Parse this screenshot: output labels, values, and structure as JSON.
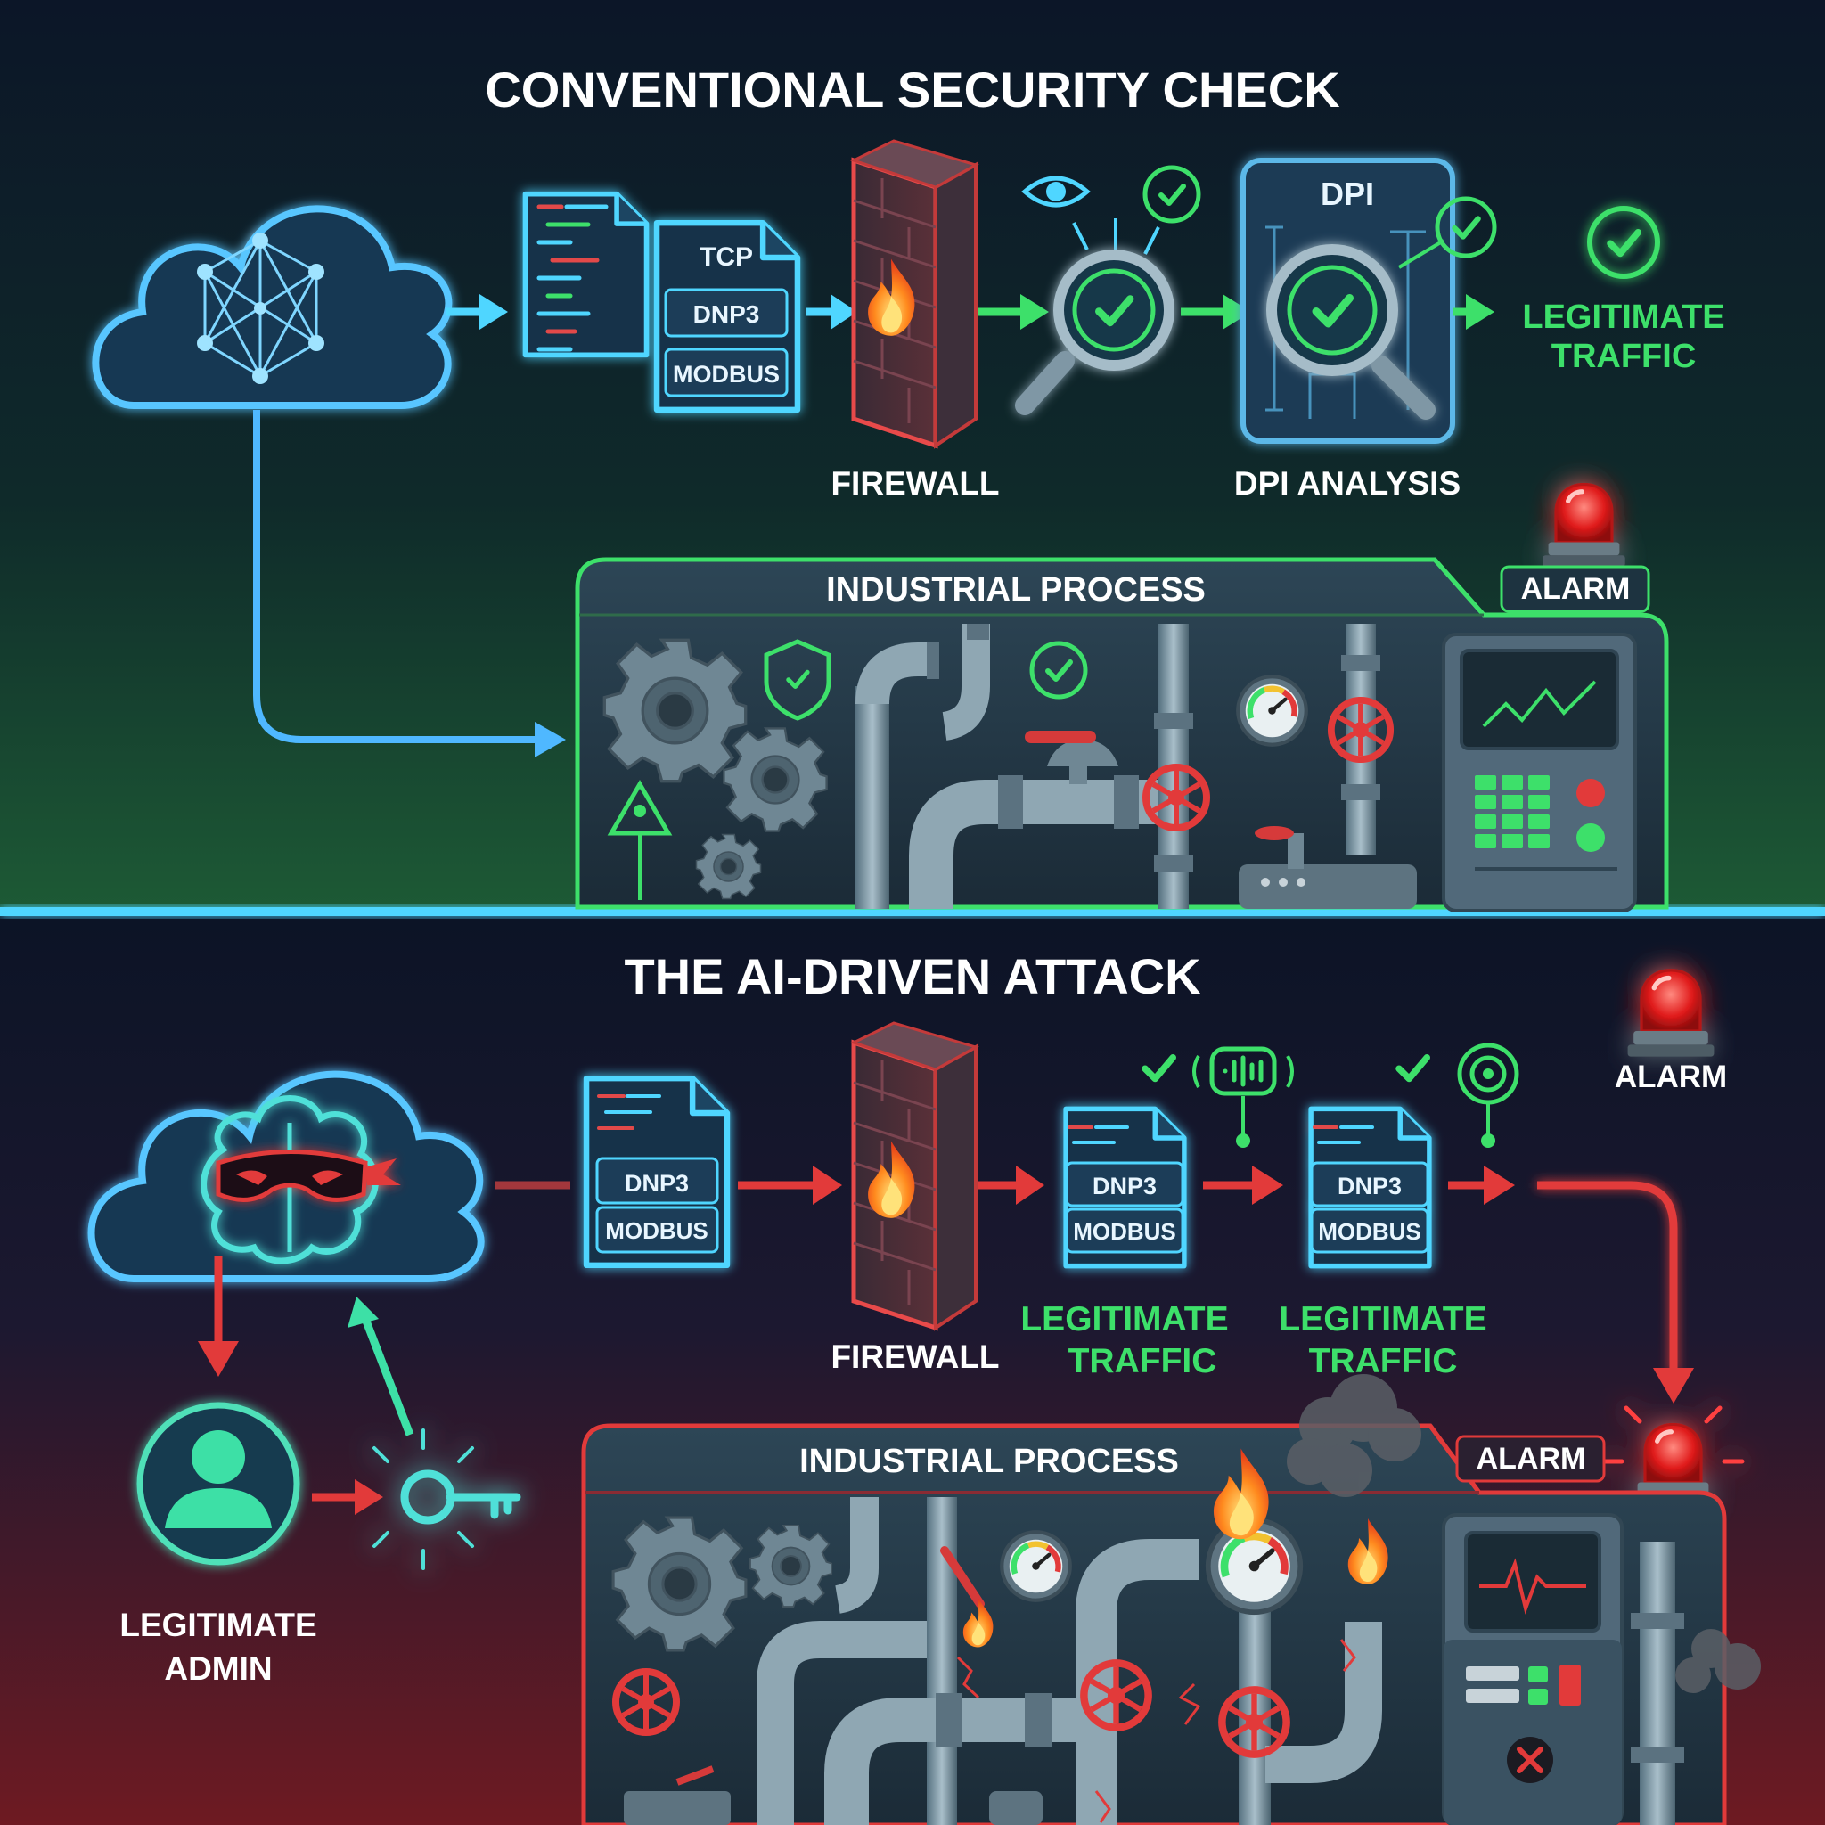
{
  "top": {
    "title": "CONVENTIONAL SECURITY CHECK",
    "packet_protocols": [
      "TCP",
      "DNP3",
      "MODBUS"
    ],
    "firewall_label": "FIREWALL",
    "dpi_box_label": "DPI",
    "dpi_label": "DPI ANALYSIS",
    "result_line1": "LEGITIMATE",
    "result_line2": "TRAFFIC",
    "process_label": "INDUSTRIAL PROCESS",
    "alarm_label": "ALARM"
  },
  "bottom": {
    "title": "THE AI-DRIVEN ATTACK",
    "alarm_top_label": "ALARM",
    "packet1": [
      "DNP3",
      "MODBUS"
    ],
    "packet2": [
      "DNP3",
      "MODBUS"
    ],
    "packet3": [
      "DNP3",
      "MODBUS"
    ],
    "firewall_label": "FIREWALL",
    "legit1_line1": "LEGITIMATE",
    "legit1_line2": "TRAFFIC",
    "legit2_line1": "LEGITIMATE",
    "legit2_line2": "TRAFFIC",
    "admin_line1": "LEGITIMATE",
    "admin_line2": "ADMIN",
    "process_label": "INDUSTRIAL PROCESS",
    "alarm_label": "ALARM"
  },
  "colors": {
    "cyan": "#4fd6ff",
    "green": "#3de06a",
    "red": "#ff4040",
    "panel": "#24394a",
    "pipe": "#7f97a5"
  },
  "icons": [
    "cloud-network-icon",
    "document-icon",
    "firewall-icon",
    "fire-icon",
    "magnifier-icon",
    "eye-icon",
    "check-icon",
    "brain-mask-icon",
    "admin-icon",
    "key-icon",
    "alarm-light-icon",
    "gear-icon",
    "valve-icon",
    "gauge-icon",
    "control-panel-icon",
    "shield-icon",
    "smoke-icon"
  ]
}
